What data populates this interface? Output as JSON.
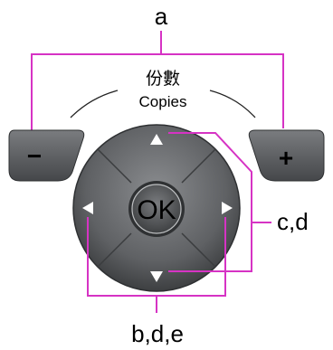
{
  "callouts": {
    "a": "a",
    "cd": "c,d",
    "bde": "b,d,e"
  },
  "panel": {
    "copies_label_zh": "份數",
    "copies_label_en": "Copies",
    "minus_symbol": "−",
    "plus_symbol": "+",
    "ok_label": "OK"
  },
  "icons": {
    "up": "triangle-up-icon",
    "down": "triangle-down-icon",
    "left": "triangle-left-icon",
    "right": "triangle-right-icon"
  },
  "colors": {
    "callout_line": "#d633c4",
    "button_dark": "#4a4c4e",
    "button_mid": "#6e7073",
    "arrow_fill": "#ffffff"
  }
}
